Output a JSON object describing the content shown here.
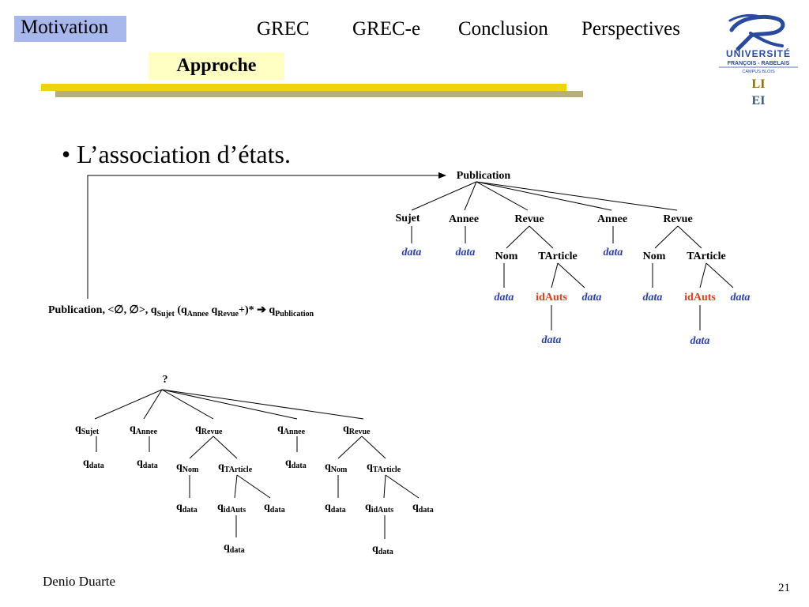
{
  "nav": {
    "items": [
      "Motivation",
      "GREC",
      "GREC-e",
      "Conclusion",
      "Perspectives"
    ],
    "active": "Motivation",
    "sub_item": "Approche"
  },
  "logo": {
    "line1": "UNIVERSITÉ",
    "line2": "FRANÇOIS - RABELAIS",
    "line3": "CAMPUS BLOIS",
    "line4": "LI",
    "line5": "EI"
  },
  "bullet": "• L’association d’états.",
  "tree1": {
    "root": "Publication",
    "level1": [
      "Sujet",
      "Annee",
      "Revue",
      "Annee",
      "Revue"
    ],
    "data": "data",
    "nom": "Nom",
    "tarticle": "TArticle",
    "idauts": "idAuts"
  },
  "rule": {
    "head": "Publication, <∅, ∅>, q",
    "sujet": "Sujet",
    "mid1": " (q",
    "annee": "Annee",
    "mid2": " q",
    "revue": "Revue",
    "mid3": "+)* ",
    "arrow": "➔",
    "mid4": " q",
    "publication": "Publication"
  },
  "tree2": {
    "root": "?",
    "q": "q",
    "subs": {
      "sujet": "Sujet",
      "annee": "Annee",
      "revue": "Revue",
      "data": "data",
      "nom": "Nom",
      "tarticle": "TArticle",
      "idauts": "idAuts"
    }
  },
  "colors": {
    "nav_active_bg": "#a9b8ec",
    "sub_bg": "#ffffc4",
    "bar_yellow": "#f3d20a",
    "bar_grey": "#b7ae7c",
    "data_blue": "#2b3fa3",
    "idauts_red": "#d8401e",
    "logo_blue": "#2a4a9c"
  },
  "footer": {
    "author": "Denio Duarte",
    "page": "21"
  }
}
